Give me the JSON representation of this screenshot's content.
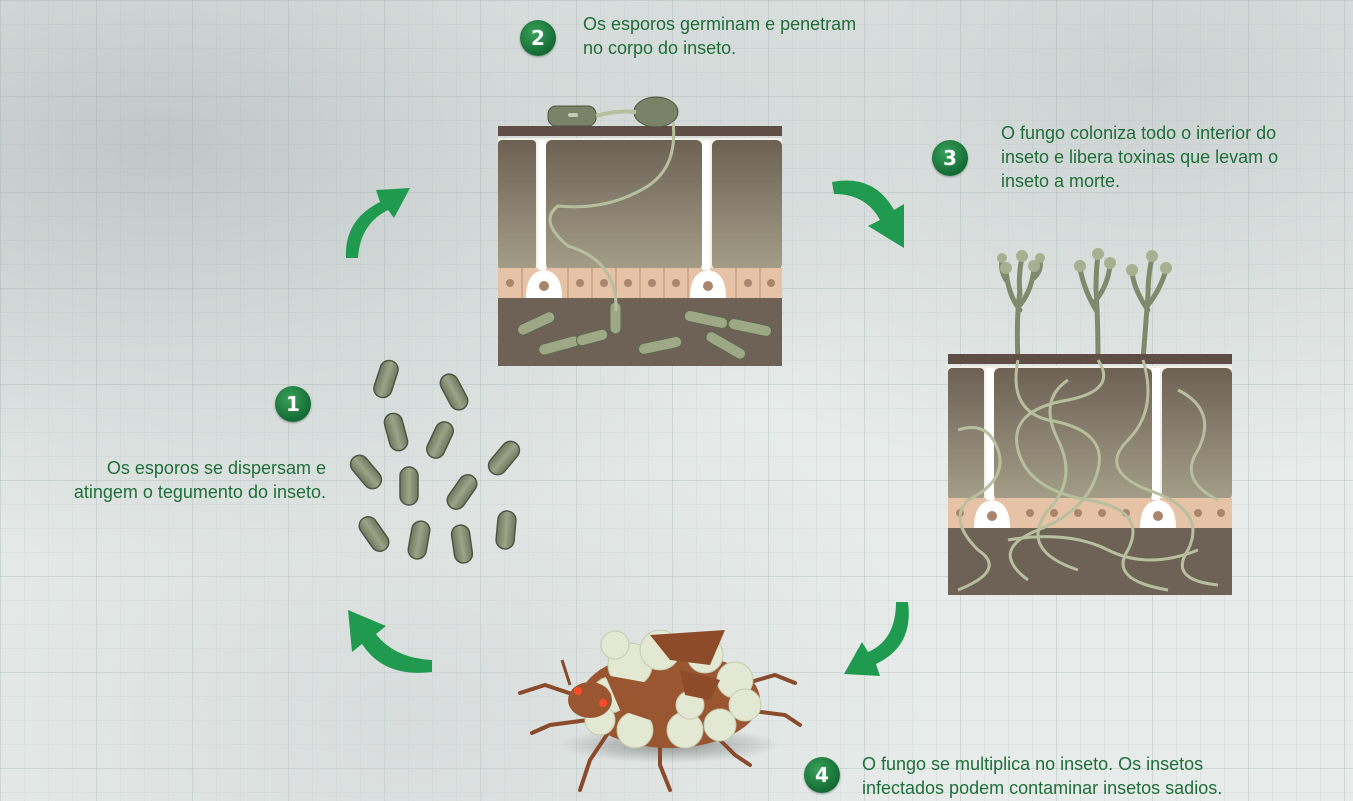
{
  "steps": [
    {
      "number": "1",
      "text_lines": [
        "Os esporos se dispersam e",
        "atingem o tegumento do inseto."
      ]
    },
    {
      "number": "2",
      "text_lines": [
        "Os esporos germinam e penetram",
        "no corpo do inseto."
      ]
    },
    {
      "number": "3",
      "text_lines": [
        "O fungo coloniza todo o interior do",
        "inseto e libera toxinas que levam o",
        "inseto a morte."
      ]
    },
    {
      "number": "4",
      "text_lines": [
        "O fungo se multiplica no inseto. Os insetos",
        "infectados podem contaminar insetos sadios."
      ]
    }
  ],
  "colors": {
    "arrow_green": "#1f9a4e",
    "badge_green": "#136b33",
    "text_green": "#1f6e3a",
    "spore_green": "#8c957a",
    "tissue_brown": "#6e6256",
    "cell_peach": "#e6c3a7"
  }
}
